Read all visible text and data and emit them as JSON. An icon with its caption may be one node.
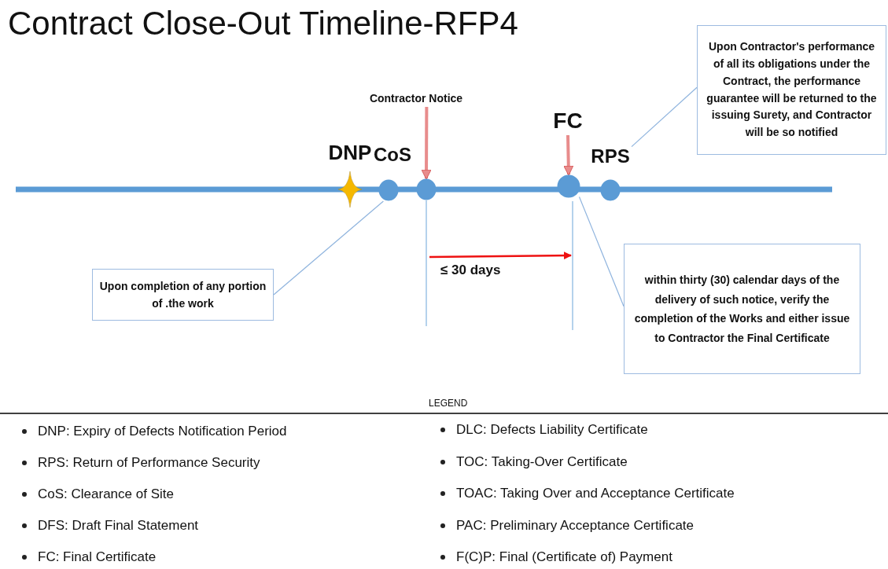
{
  "diagram": {
    "title": "Contract Close-Out Timeline-RFP4",
    "nodes": [
      {
        "text": [
          "DNP"
        ]
      },
      {
        "text": [
          "CoS"
        ]
      },
      {
        "text": [
          "Contractor Notice"
        ]
      },
      {
        "text": [],
        "shape": "circle"
      },
      {
        "text": [
          "FC"
        ]
      },
      {
        "text": [],
        "shape": "circle"
      },
      {
        "text": [
          "RPS"
        ]
      },
      {
        "text": [
          "Upon completion of any portion of .the work"
        ]
      },
      {
        "text": [
          "within thirty (30) calendar days of the delivery of such notice, verify the completion of the Works and either issue to Contractor the Final Certificate"
        ]
      },
      {
        "text": [
          "Upon Contractor's performance of all its obligations under the Contract, the performance guarantee will be returned to the issuing Surety, and Contractor will be so notified"
        ]
      }
    ],
    "edges": [
      {
        "from": 2,
        "to": 3,
        "arrow": "to",
        "style": "thick",
        "color": "#e88c8c"
      },
      {
        "from": 4,
        "to": 5,
        "arrow": "to",
        "style": "thick",
        "color": "#e88c8c"
      },
      {
        "from": 7,
        "to": 1,
        "arrow": "none"
      },
      {
        "from": 8,
        "to": 5,
        "arrow": "none"
      },
      {
        "from": 9,
        "to": 6,
        "arrow": "none"
      }
    ],
    "labels": [
      "≤ 30 days",
      "LEGEND"
    ],
    "legend": [
      {
        "text": "DNP: Expiry of Defects Notification Period"
      },
      {
        "text": "RPS: Return of Performance Security"
      },
      {
        "text": "CoS: Clearance of Site"
      },
      {
        "text": "DFS: Draft Final Statement"
      },
      {
        "text": "FC: Final Certificate"
      },
      {
        "text": "DLC: Defects Liability Certificate"
      },
      {
        "text": "TOC: Taking-Over Certificate"
      },
      {
        "text": "TOAC: Taking Over and Acceptance Certificate"
      },
      {
        "text": "PAC: Preliminary Acceptance Certificate"
      },
      {
        "text": "F(C)P: Final (Certificate of) Payment"
      }
    ]
  }
}
